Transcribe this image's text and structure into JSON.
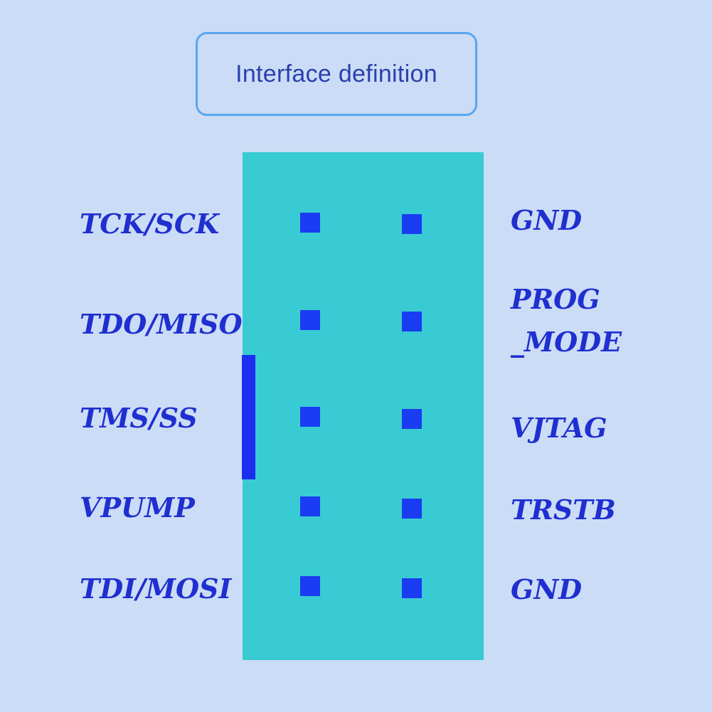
{
  "title": "Interface definition",
  "colors": {
    "background": "#cbdcf6",
    "header_body": "#38cbd3",
    "pin": "#1a3cf2",
    "label_text": "#1f2fd0",
    "title_border": "#5aa6ee"
  },
  "left_labels": [
    "TCK/SCK",
    "TDO/MISO",
    "TMS/SS",
    "VPUMP",
    "TDI/MOSI"
  ],
  "right_labels": [
    "GND",
    "PROG",
    "_MODE",
    "VJTAG",
    "TRSTB",
    "GND"
  ]
}
